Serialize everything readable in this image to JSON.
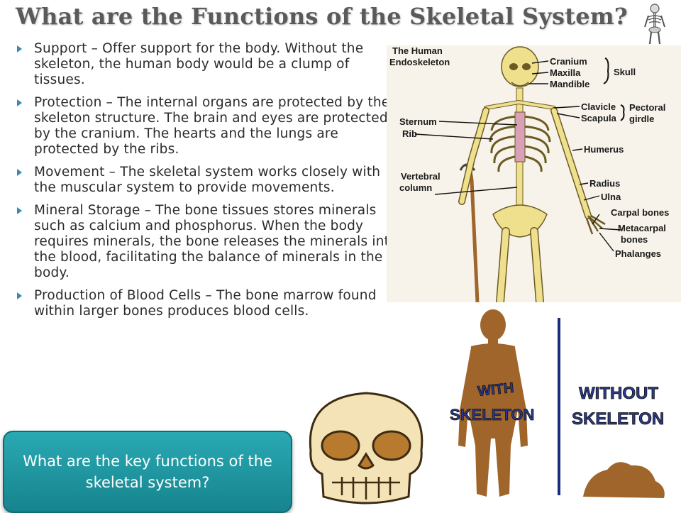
{
  "slide": {
    "title": "What are the Functions of the Skeletal System?",
    "bullets": [
      "Support – Offer support for the body. Without the skeleton, the human body would be a clump of tissues.",
      "Protection – The internal organs are protected by the skeleton structure.  The brain and eyes are protected by the cranium. The hearts and the lungs are protected by the ribs.",
      "Movement – The skeletal system works closely with the muscular system to provide movements.",
      "Mineral Storage – The bone tissues stores minerals such as calcium and phosphorus. When the body requires minerals, the bone releases the minerals into the blood, facilitating the balance of minerals in the body.",
      "Production of Blood Cells – The bone marrow found within larger bones produces blood cells."
    ],
    "callout_question": "What are the key functions of the skeletal system?"
  },
  "diagram": {
    "heading_line1": "The Human",
    "heading_line2": "Endoskeleton",
    "labels": {
      "cranium": "Cranium",
      "maxilla": "Maxilla",
      "mandible": "Mandible",
      "skull": "Skull",
      "clavicle": "Clavicle",
      "scapula": "Scapula",
      "pectoral1": "Pectoral",
      "pectoral2": "girdle",
      "sternum": "Sternum",
      "rib": "Rib",
      "humerus": "Humerus",
      "radius": "Radius",
      "ulna": "Ulna",
      "carpal": "Carpal bones",
      "metacarpal1": "Metacarpal",
      "metacarpal2": "bones",
      "phalanges": "Phalanges",
      "vertebral1": "Vertebral",
      "vertebral2": "column"
    }
  },
  "comparison": {
    "with_line1": "WITH",
    "with_line2": "SKELETON",
    "without_line1": "WITHOUT",
    "without_line2": "SKELETON"
  },
  "colors": {
    "title": "#5a5a5a",
    "bullet_arrow": "#3a8ab0",
    "callout_bg": "#1f9aa4",
    "bone": "#efe08e",
    "figure_brown": "#a0652a"
  }
}
